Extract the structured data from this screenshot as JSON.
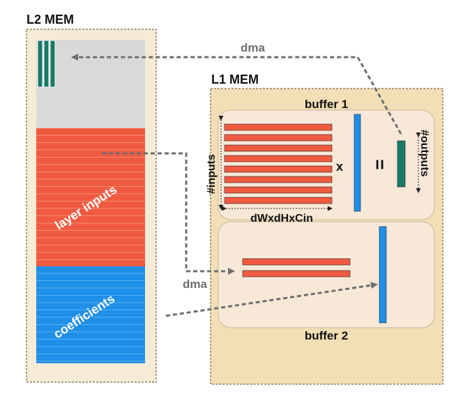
{
  "l2": {
    "title": "L2 MEM",
    "layer_inputs_label": "layer inputs",
    "coefficients_label": "coefficients"
  },
  "l1": {
    "title": "L1 MEM",
    "buffer1_label": "buffer 1",
    "buffer2_label": "buffer 2"
  },
  "dma_top": "dma",
  "dma_bottom": "dma",
  "dim_inputs": "#inputs",
  "dim_outputs": "#outputs",
  "dim_kernel": "dWxdHxCin",
  "op_multiply": "x",
  "op_equals": "=",
  "colors": {
    "l2_bg": "#f5ebd6",
    "l2_border": "#8c8163",
    "grey_region": "#d9d9d9",
    "inputs_red": "#f05a40",
    "inputs_line": "#fb8d75",
    "coeff_blue": "#1f8fe8",
    "coeff_line": "#57b0f2",
    "teal": "#1a7a66",
    "l1_bg": "#f3dfb5",
    "buffer_bg": "#f8e8d8",
    "arrow_grey": "#6e6e6e"
  }
}
